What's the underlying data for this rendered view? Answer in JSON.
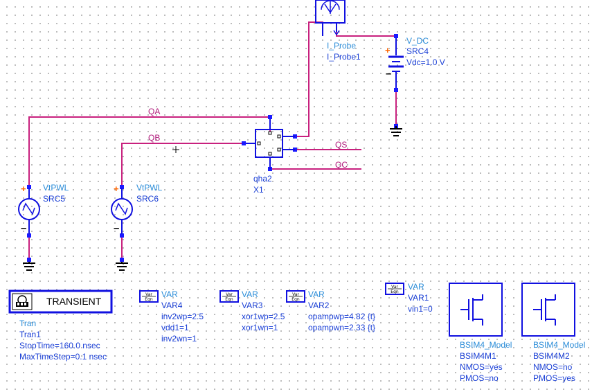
{
  "probe": {
    "type": "I_Probe",
    "name": "I_Probe1"
  },
  "vdc": {
    "type": "V_DC",
    "name": "SRC4",
    "param": "Vdc=1.0 V"
  },
  "sources": [
    {
      "type": "VtPWL",
      "name": "SRC5"
    },
    {
      "type": "VtPWL",
      "name": "SRC6"
    }
  ],
  "nets": {
    "qa": "QA",
    "qb": "QB",
    "qs": "QS",
    "qc": "QC"
  },
  "subckt": {
    "type": "qha2",
    "name": "X1"
  },
  "transient": {
    "button": "TRANSIENT",
    "type": "Tran",
    "name": "Tran1",
    "params": [
      "StopTime=160.0 nsec",
      "MaxTimeStep=0.1 nsec"
    ]
  },
  "var_icon": {
    "top": "Var",
    "bottom": "Eqn"
  },
  "vars": [
    {
      "type": "VAR",
      "name": "VAR4",
      "params": [
        "inv2wp=2.5",
        "vdd1=1",
        "inv2wn=1"
      ]
    },
    {
      "type": "VAR",
      "name": "VAR3",
      "params": [
        "xor1wp=2.5",
        "xor1wn=1"
      ]
    },
    {
      "type": "VAR",
      "name": "VAR2",
      "params": [
        "opampwp=4.82 {t}",
        "opampwn=2.33 {t}"
      ]
    },
    {
      "type": "VAR",
      "name": "VAR1",
      "params": [
        "vin1=0"
      ]
    }
  ],
  "models": [
    {
      "type": "BSIM4_Model",
      "name": "BSIM4M1",
      "params": [
        "NMOS=yes",
        "PMOS=no"
      ]
    },
    {
      "type": "BSIM4_Model",
      "name": "BSIM4M2",
      "params": [
        "NMOS=no",
        "PMOS=yes"
      ]
    }
  ]
}
